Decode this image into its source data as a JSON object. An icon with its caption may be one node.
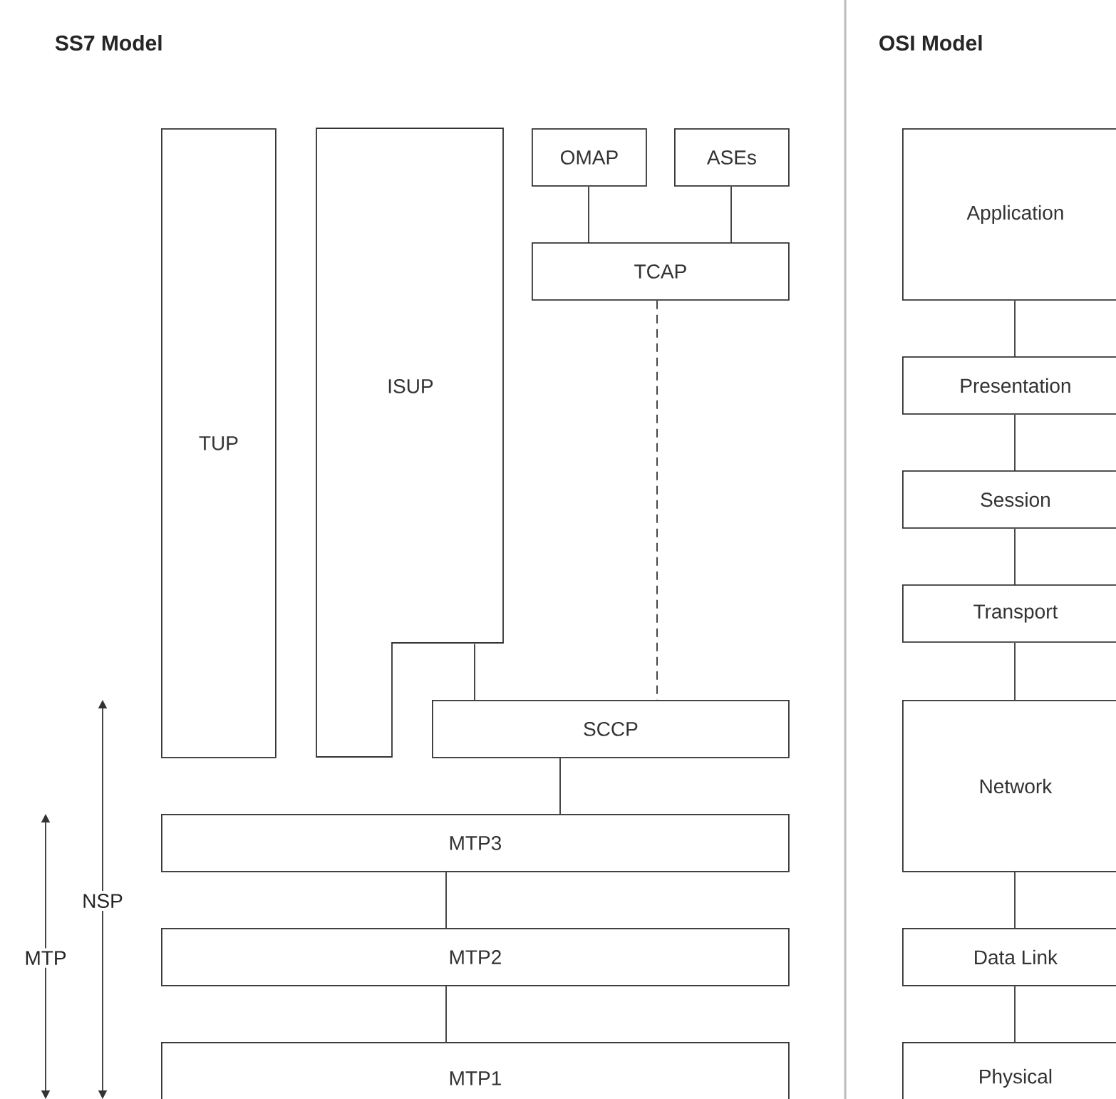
{
  "diagram": {
    "nodes": [
      {
        "text": [
          "TUP"
        ]
      },
      {
        "text": [
          "ISUP"
        ]
      },
      {
        "text": [
          "OMAP"
        ]
      },
      {
        "text": [
          "ASEs"
        ]
      },
      {
        "text": [
          "TCAP"
        ]
      },
      {
        "text": [
          "SCCP"
        ]
      },
      {
        "text": [
          "MTP3"
        ]
      },
      {
        "text": [
          "MTP2"
        ]
      },
      {
        "text": [
          "MTP1"
        ]
      },
      {
        "text": [
          "Application"
        ]
      },
      {
        "text": [
          "Presentation"
        ]
      },
      {
        "text": [
          "Session"
        ]
      },
      {
        "text": [
          "Transport"
        ]
      },
      {
        "text": [
          "Network"
        ]
      },
      {
        "text": [
          "Data Link"
        ]
      },
      {
        "text": [
          "Physical"
        ]
      }
    ],
    "edges": [
      {
        "from": 2,
        "to": 4,
        "arrow": "none"
      },
      {
        "from": 3,
        "to": 4,
        "arrow": "none"
      },
      {
        "from": 1,
        "to": 5,
        "arrow": "none"
      },
      {
        "from": 4,
        "to": 5,
        "arrow": "none",
        "style": "dashed"
      },
      {
        "from": 5,
        "to": 6,
        "arrow": "none"
      },
      {
        "from": 6,
        "to": 7,
        "arrow": "none"
      },
      {
        "from": 7,
        "to": 8,
        "arrow": "none"
      },
      {
        "from": 9,
        "to": 10,
        "arrow": "none"
      },
      {
        "from": 10,
        "to": 11,
        "arrow": "none"
      },
      {
        "from": 11,
        "to": 12,
        "arrow": "none"
      },
      {
        "from": 12,
        "to": 13,
        "arrow": "none"
      },
      {
        "from": 13,
        "to": 14,
        "arrow": "none"
      },
      {
        "from": 14,
        "to": 15,
        "arrow": "none"
      }
    ],
    "labels": [
      "SS7 Model",
      "OSI Model",
      "NSP",
      "MTP"
    ]
  }
}
